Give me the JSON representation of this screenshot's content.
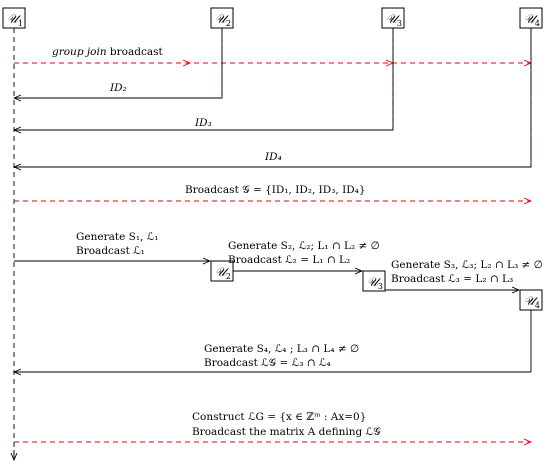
{
  "colors": {
    "dashed_arrow": "#e8000b",
    "solid_arrow": "#000000",
    "lifeline": "#000000"
  },
  "nodes": {
    "u1": {
      "name": "𝒰",
      "sub": "1"
    },
    "u2": {
      "name": "𝒰",
      "sub": "2"
    },
    "u3": {
      "name": "𝒰",
      "sub": "3"
    },
    "u4": {
      "name": "𝒰",
      "sub": "4"
    }
  },
  "messages": {
    "group_join_italic": "group join",
    "group_join_rest": " broadcast",
    "id2": "ID₂",
    "id3": "ID₃",
    "id4": "ID₄",
    "broadcast_g": "Broadcast 𝒢 = {ID₁, ID₂, ID₃, ID₄}",
    "step1_line1": "Generate S₁, ℒ₁",
    "step1_line2": "Broadcast ℒ₁",
    "step2_line1": "Generate S₂, ℒ₂; L₁ ∩ L₂ ≠ ∅",
    "step2_line2": "Broadcast ℒ₂ = L₁ ∩ L₂",
    "step3_line1": "Generate S₃, ℒ₃; L₂ ∩ L₃ ≠ ∅",
    "step3_line2": "Broadcast ℒ₃ = L₂ ∩ L₃",
    "step4_line1": "Generate S₄, ℒ₄ ; L₃ ∩ L₄ ≠ ∅",
    "step4_line2": "Broadcast ℒ𝒢 = ℒ₃ ∩ ℒ₄",
    "construct_line1": "Construct ℒG = {x ∈ ℤᵐ : Ax=0}",
    "construct_line2": "Broadcast the matrix A defining ℒ𝒢"
  }
}
